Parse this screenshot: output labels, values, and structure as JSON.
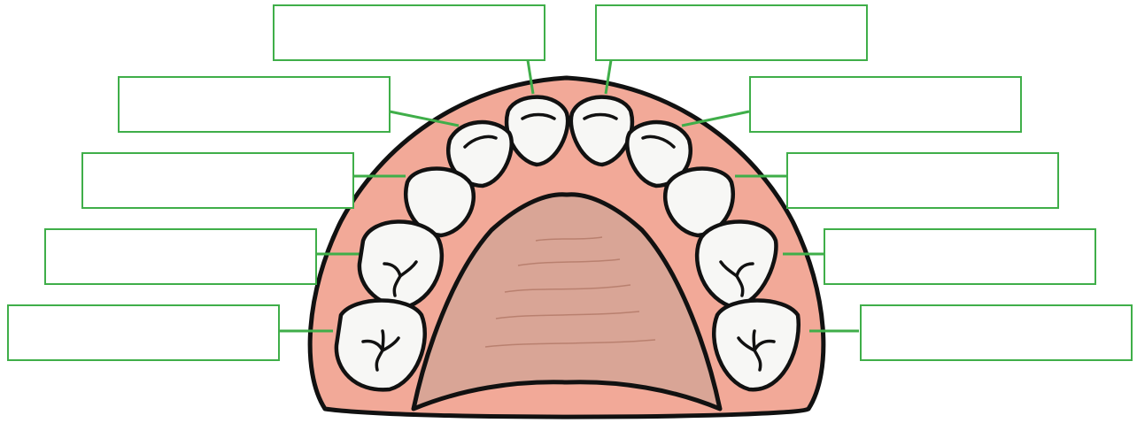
{
  "diagram": {
    "subject": "upper-jaw-teeth",
    "colors": {
      "gum": "#f2a998",
      "gum_shadow": "#dd8a78",
      "palate": "#d9a596",
      "palate_line": "#b9806f",
      "tooth": "#f7f7f5",
      "tooth_shade": "#d8d9d6",
      "outline": "#111111",
      "label_border": "#3fae49",
      "leader_line": "#3fae49"
    },
    "label_boxes": [
      {
        "id": "left-1",
        "text": ""
      },
      {
        "id": "left-2",
        "text": ""
      },
      {
        "id": "left-3",
        "text": ""
      },
      {
        "id": "left-4",
        "text": ""
      },
      {
        "id": "left-5",
        "text": ""
      },
      {
        "id": "right-1",
        "text": ""
      },
      {
        "id": "right-2",
        "text": ""
      },
      {
        "id": "right-3",
        "text": ""
      },
      {
        "id": "right-4",
        "text": ""
      },
      {
        "id": "right-5",
        "text": ""
      }
    ]
  }
}
